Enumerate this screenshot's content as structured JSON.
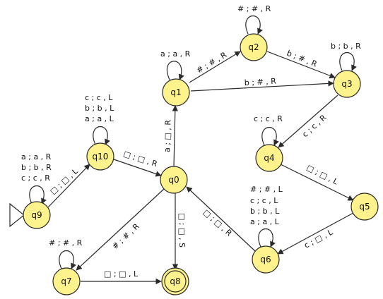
{
  "states": [
    {
      "id": "q0"
    },
    {
      "id": "q1"
    },
    {
      "id": "q2"
    },
    {
      "id": "q3"
    },
    {
      "id": "q4"
    },
    {
      "id": "q5"
    },
    {
      "id": "q6"
    },
    {
      "id": "q7"
    },
    {
      "id": "q8",
      "final": true
    },
    {
      "id": "q9",
      "initial": true
    },
    {
      "id": "q10"
    }
  ],
  "transitions": [
    {
      "from": "q0",
      "to": "q1",
      "label": "a ; □ , R"
    },
    {
      "from": "q1",
      "to": "q1",
      "label": "a ; a , R"
    },
    {
      "from": "q1",
      "to": "q2",
      "label": "# ; # , R"
    },
    {
      "from": "q2",
      "to": "q2",
      "label": "# ; # , R"
    },
    {
      "from": "q1",
      "to": "q3",
      "label": "b ; # , R"
    },
    {
      "from": "q2",
      "to": "q3",
      "label": "b ; # , R"
    },
    {
      "from": "q3",
      "to": "q3",
      "label": "b ; b , R"
    },
    {
      "from": "q3",
      "to": "q4",
      "label": "c ; c , R"
    },
    {
      "from": "q4",
      "to": "q4",
      "label": "c ; c , R"
    },
    {
      "from": "q4",
      "to": "q5",
      "label": "□ ; □ , L"
    },
    {
      "from": "q5",
      "to": "q6",
      "label": "c ; □ , L"
    },
    {
      "from": "q6",
      "to": "q6",
      "labels": [
        "# ; # , L",
        "c ; c , L",
        "b ; b , L",
        "a ; a , L"
      ]
    },
    {
      "from": "q6",
      "to": "q0",
      "label": "□ ; □ , R"
    },
    {
      "from": "q0",
      "to": "q8",
      "label": "□ ; □ , S"
    },
    {
      "from": "q0",
      "to": "q7",
      "label": "# ; # , R"
    },
    {
      "from": "q7",
      "to": "q7",
      "label": "# ; # , R"
    },
    {
      "from": "q7",
      "to": "q8",
      "label": "□ ; □ , L"
    },
    {
      "from": "q10",
      "to": "q0",
      "label": "□ ; □ , R"
    },
    {
      "from": "q10",
      "to": "q10",
      "labels": [
        "c ; c , L",
        "b ; b , L",
        "a ; a , L"
      ]
    },
    {
      "from": "q9",
      "to": "q10",
      "label": "□ ; □ , L"
    },
    {
      "from": "q9",
      "to": "q9",
      "labels": [
        "a ; a , R",
        "b ; b , R",
        "c ; c , R"
      ]
    }
  ]
}
